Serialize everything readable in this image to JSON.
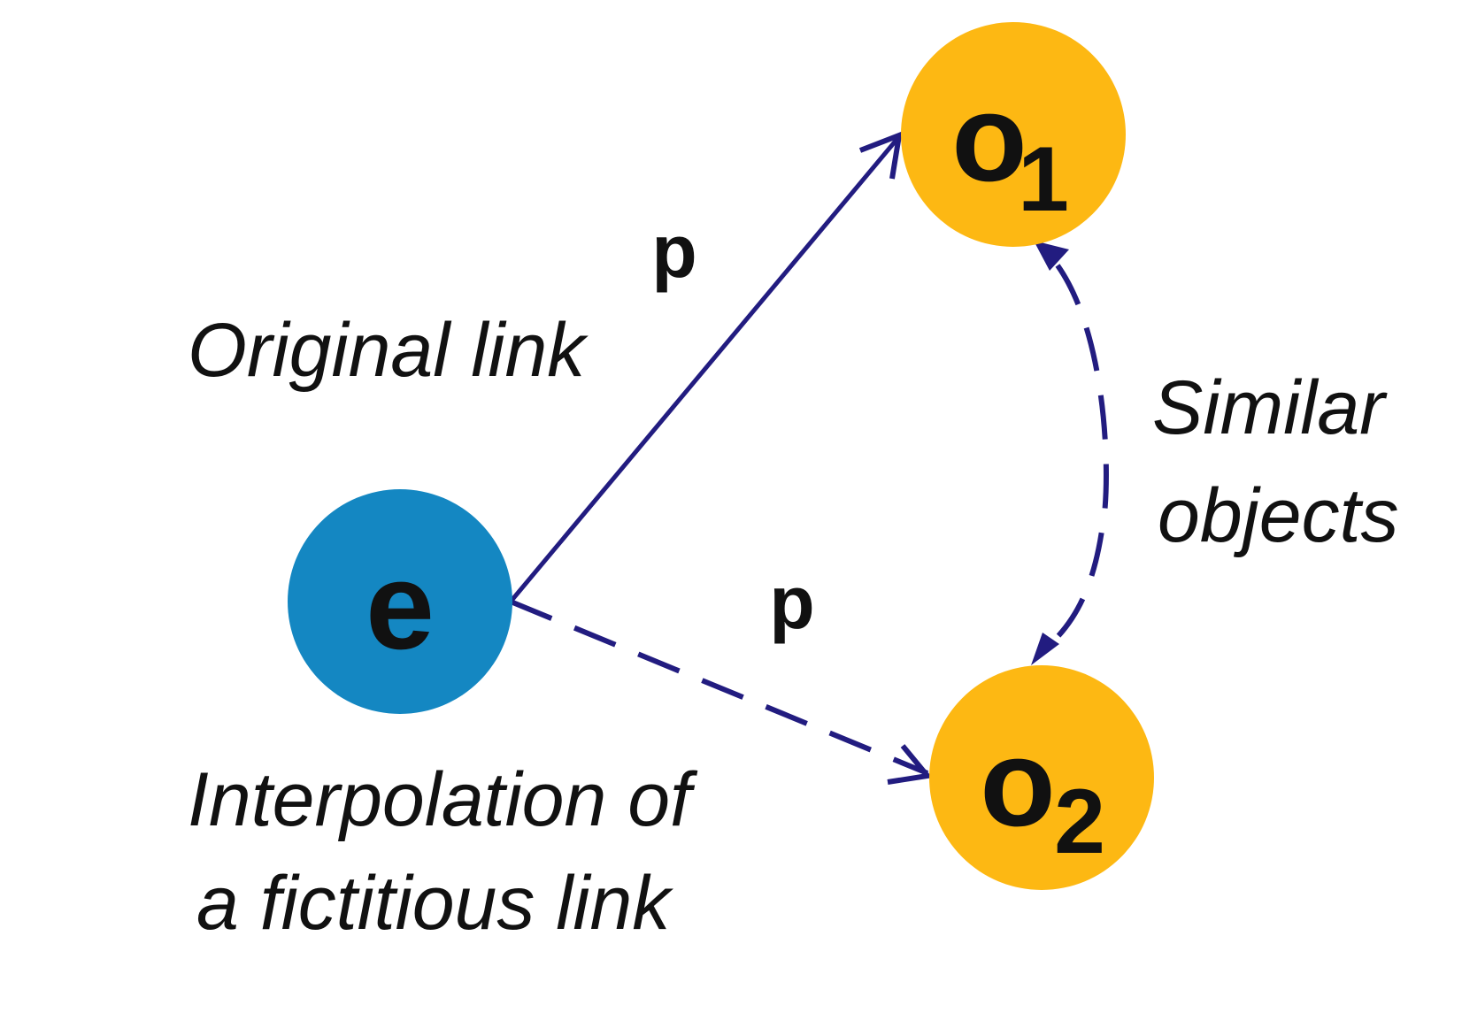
{
  "colors": {
    "entity_fill": "#1487C2",
    "object_fill": "#FDB813",
    "edge_stroke": "#221C80",
    "text": "#111111"
  },
  "nodes": {
    "entity": {
      "label": "e"
    },
    "object_1": {
      "label": "o",
      "subscript": "1"
    },
    "object_2": {
      "label": "o",
      "subscript": "2"
    }
  },
  "edges": {
    "original": {
      "label": "p",
      "style": "solid"
    },
    "fictitious": {
      "label": "p",
      "style": "dashed"
    },
    "similarity": {
      "style": "dashed",
      "bidirectional": true
    }
  },
  "captions": {
    "original_link": "Original link",
    "interpolation_line1": "Interpolation of",
    "interpolation_line2": "a fictitious link",
    "similar_line1": "Similar",
    "similar_line2": "objects"
  }
}
